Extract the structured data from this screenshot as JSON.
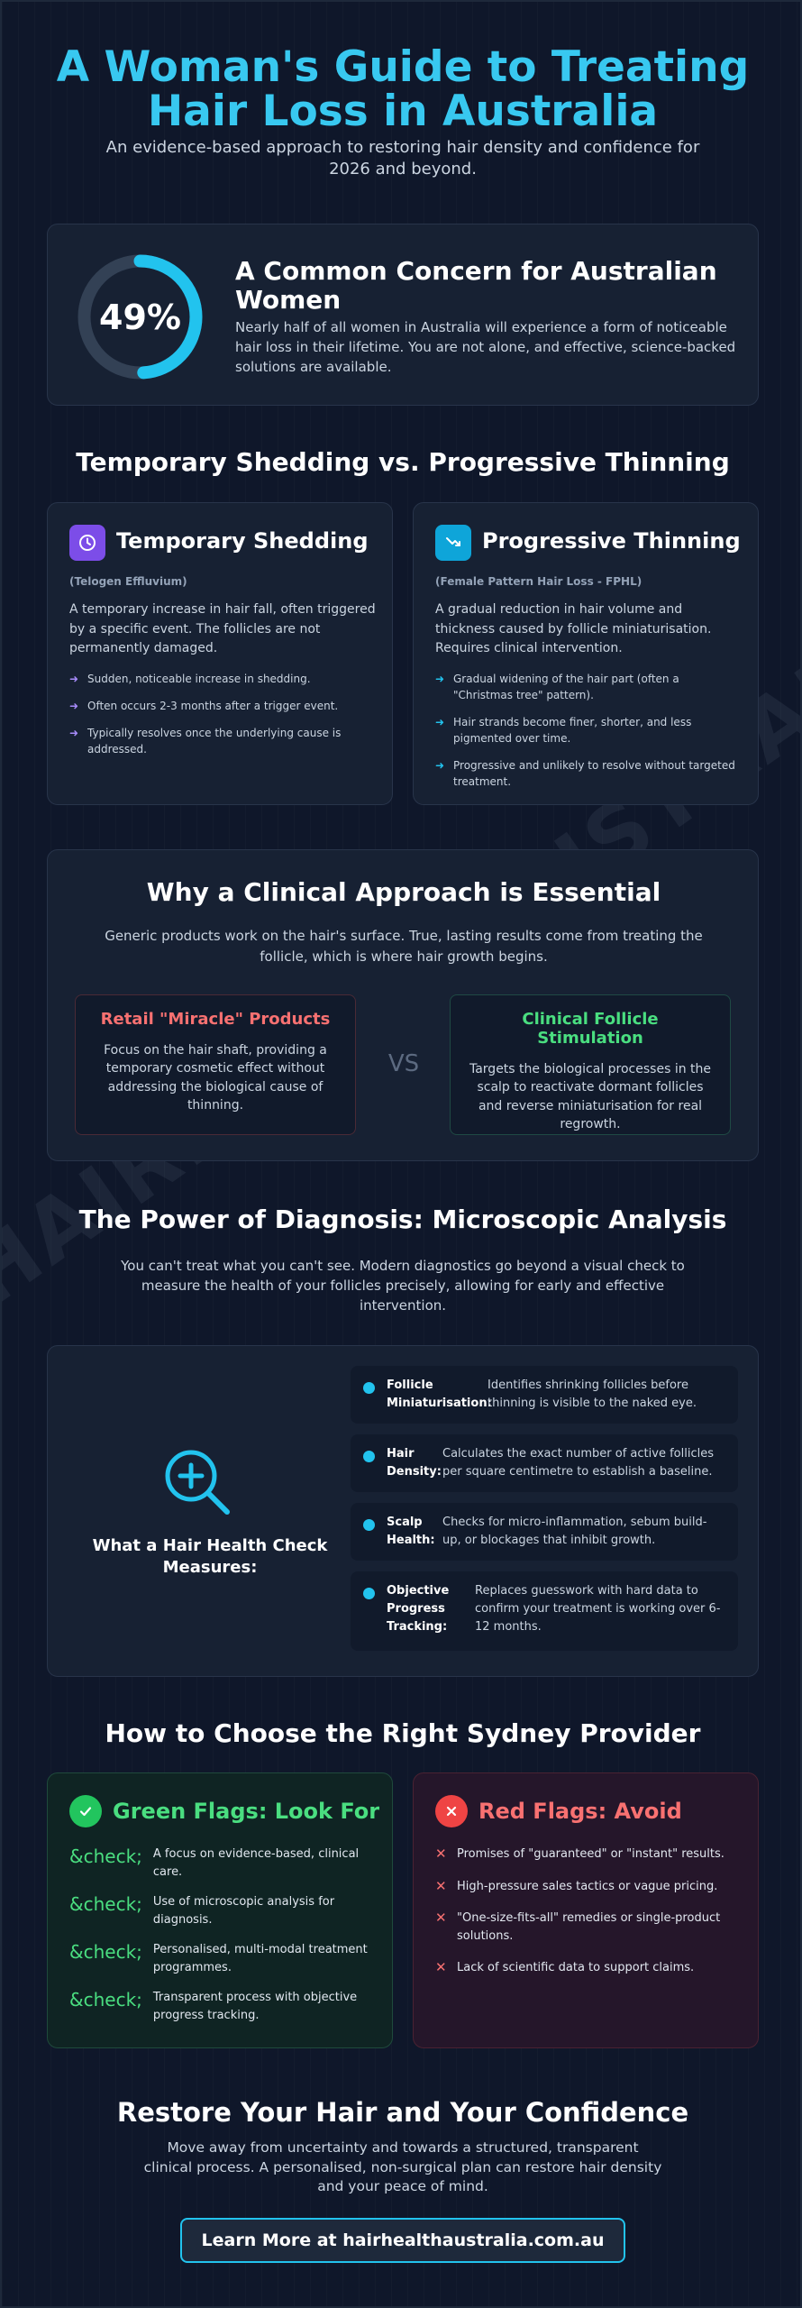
{
  "header": {
    "title": "A Woman's Guide to Treating Hair Loss in Australia",
    "subtitle": "An evidence-based approach to restoring hair density and confidence for 2026 and beyond."
  },
  "stat": {
    "percent_label": "49%",
    "percent_value": 49,
    "title": "A Common Concern for Australian Women",
    "text": "Nearly half of all women in Australia will experience a form of noticeable hair loss in their lifetime. You are not alone, and effective, science-backed solutions are available."
  },
  "comparison": {
    "heading": "Temporary Shedding vs. Progressive Thinning",
    "shedding": {
      "title": "Temporary Shedding",
      "subtitle": "(Telogen Effluvium)",
      "text": "A temporary increase in hair fall, often triggered by a specific event. The follicles are not permanently damaged.",
      "bullets": [
        "Sudden, noticeable increase in shedding.",
        "Often occurs 2-3 months after a trigger event.",
        "Typically resolves once the underlying cause is addressed."
      ]
    },
    "thinning": {
      "title": "Progressive Thinning",
      "subtitle": "(Female Pattern Hair Loss - FPHL)",
      "text": "A gradual reduction in hair volume and thickness caused by follicle miniaturisation. Requires clinical intervention.",
      "bullets": [
        "Gradual widening of the hair part (often a \"Christmas tree\" pattern).",
        "Hair strands become finer, shorter, and less pigmented over time.",
        "Progressive and unlikely to resolve without targeted treatment."
      ]
    }
  },
  "clinical": {
    "heading": "Why a Clinical Approach is Essential",
    "text": "Generic products work on the hair's surface. True, lasting results come from treating the follicle, which is where hair growth begins.",
    "retail": {
      "title": "Retail \"Miracle\" Products",
      "text": "Focus on the hair shaft, providing a temporary cosmetic effect without addressing the biological cause of thinning."
    },
    "vs": "VS",
    "follicle": {
      "title": "Clinical Follicle Stimulation",
      "text": "Targets the biological processes in the scalp to reactivate dormant follicles and reverse miniaturisation for real regrowth."
    }
  },
  "diagnosis": {
    "heading": "The Power of Diagnosis: Microscopic Analysis",
    "text": "You can't treat what you can't see. Modern diagnostics go beyond a visual check to measure the health of your follicles precisely, allowing for early and effective intervention.",
    "label": "What a Hair Health Check Measures:",
    "measures": [
      {
        "key": "Follicle Miniaturisation:",
        "value": "Identifies shrinking follicles before thinning is visible to the naked eye."
      },
      {
        "key": "Hair Density:",
        "value": "Calculates the exact number of active follicles per square centimetre to establish a baseline."
      },
      {
        "key": "Scalp Health:",
        "value": "Checks for micro-inflammation, sebum build-up, or blockages that inhibit growth."
      },
      {
        "key": "Objective Progress Tracking:",
        "value": "Replaces guesswork with hard data to confirm your treatment is working over 6-12 months."
      }
    ]
  },
  "provider": {
    "heading": "How to Choose the Right Sydney Provider",
    "green": {
      "title": "Green Flags: Look For",
      "marker": "&check;",
      "items": [
        "A focus on evidence-based, clinical care.",
        "Use of microscopic analysis for diagnosis.",
        "Personalised, multi-modal treatment programmes.",
        "Transparent process with objective progress tracking."
      ]
    },
    "red": {
      "title": "Red Flags: Avoid",
      "marker": "✕",
      "items": [
        "Promises of \"guaranteed\" or \"instant\" results.",
        "High-pressure sales tactics or vague pricing.",
        "\"One-size-fits-all\" remedies or single-product solutions.",
        "Lack of scientific data to support claims."
      ]
    }
  },
  "cta": {
    "heading": "Restore Your Hair and Your Confidence",
    "text": "Move away from uncertainty and towards a structured, transparent clinical process. A personalised, non-surgical plan can restore hair density and your peace of mind.",
    "button": "Learn More at hairhealthaustralia.com.au"
  },
  "watermark": "HAIRHEALTHAUSTRALIA.COM.AU",
  "colors": {
    "background": "#0f172a",
    "accent": "#22c3ee",
    "purple": "#7c4de8",
    "green": "#4ade80",
    "red": "#f87171"
  },
  "icons": {
    "shedding": "clock-icon",
    "thinning": "trend-down-icon",
    "diagnosis": "magnify-plus-icon",
    "green": "check-icon",
    "red": "close-icon"
  }
}
